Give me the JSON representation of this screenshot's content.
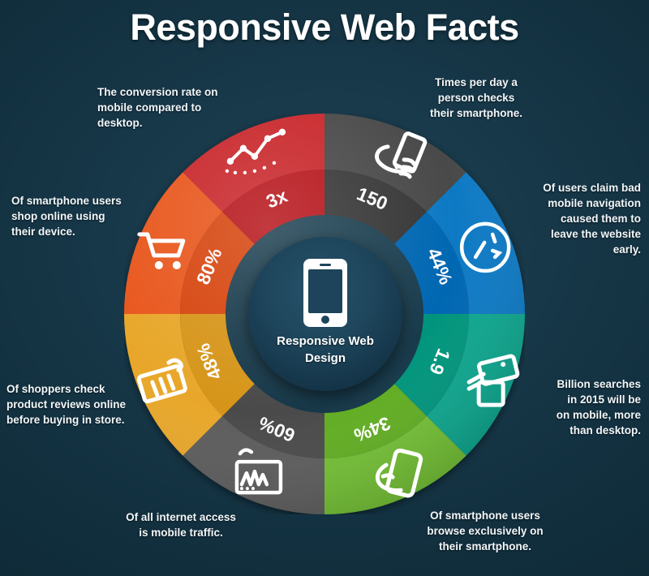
{
  "page": {
    "title": "Responsive Web Facts",
    "background_color": "#173849"
  },
  "center": {
    "label_line1": "Responsive Web",
    "label_line2": "Design",
    "icon": "smartphone-icon"
  },
  "chart_data": {
    "type": "pie",
    "title": "Responsive Web Facts",
    "subtitle": "Responsive Web Design",
    "legend_position": "around",
    "grid": false,
    "categories": [
      "150",
      "44%",
      "1.9",
      "34%",
      "60%",
      "48%",
      "80%",
      "3x"
    ],
    "values": [
      12.5,
      12.5,
      12.5,
      12.5,
      12.5,
      12.5,
      12.5,
      12.5
    ],
    "segments": [
      {
        "id": "times-per-day",
        "value_label": "150",
        "color": "#494949",
        "icon": "hand-holding-phone-icon",
        "caption": "Times per day a person checks their smartphone.",
        "caption_lines": [
          "Times per day a",
          "person checks",
          "their smartphone."
        ]
      },
      {
        "id": "bad-navigation",
        "value_label": "44%",
        "color": "#1179c4",
        "icon": "broken-compass-icon",
        "caption": "Of users claim bad mobile navigation caused them to leave the website early.",
        "caption_lines": [
          "Of users claim bad",
          "mobile navigation",
          "caused them to",
          "leave the website",
          "early."
        ]
      },
      {
        "id": "billion-searches",
        "value_label": "1.9",
        "color": "#0fa68e",
        "icon": "tablet-hand-icon",
        "caption": "Billion searches in 2015 will be on mobile, more than desktop.",
        "caption_lines": [
          "Billion searches",
          "in 2015 will be",
          "on mobile, more",
          "than desktop."
        ]
      },
      {
        "id": "browse-exclusively",
        "value_label": "34%",
        "color": "#73bf34",
        "icon": "phone-swipe-icon",
        "caption": "Of smartphone users browse exclusively on their smartphone.",
        "caption_lines": [
          "Of smartphone users",
          "browse exclusively on",
          "their smartphone."
        ]
      },
      {
        "id": "internet-access",
        "value_label": "60%",
        "color": "#5c5c5c",
        "icon": "monitor-chart-icon",
        "caption": "Of all internet access is mobile traffic.",
        "caption_lines": [
          "Of all internet access",
          "is mobile traffic."
        ]
      },
      {
        "id": "product-reviews",
        "value_label": "48%",
        "color": "#e8a72b",
        "icon": "tablet-reviews-icon",
        "caption": "Of shoppers check product reviews online before buying in store.",
        "caption_lines": [
          "Of shoppers check",
          "product reviews online",
          "before buying in store."
        ]
      },
      {
        "id": "shop-online",
        "value_label": "80%",
        "color": "#e8561f",
        "icon": "shopping-cart-icon",
        "caption": "Of smartphone users shop online using their device.",
        "caption_lines": [
          "Of smartphone users",
          "shop online using",
          "their device."
        ]
      },
      {
        "id": "conversion-rate",
        "value_label": "3x",
        "color": "#c8262c",
        "icon": "line-chart-icon",
        "caption": "The conversion rate on mobile compared to desktop.",
        "caption_lines": [
          "The conversion rate on",
          "mobile compared to",
          "desktop."
        ]
      }
    ]
  }
}
